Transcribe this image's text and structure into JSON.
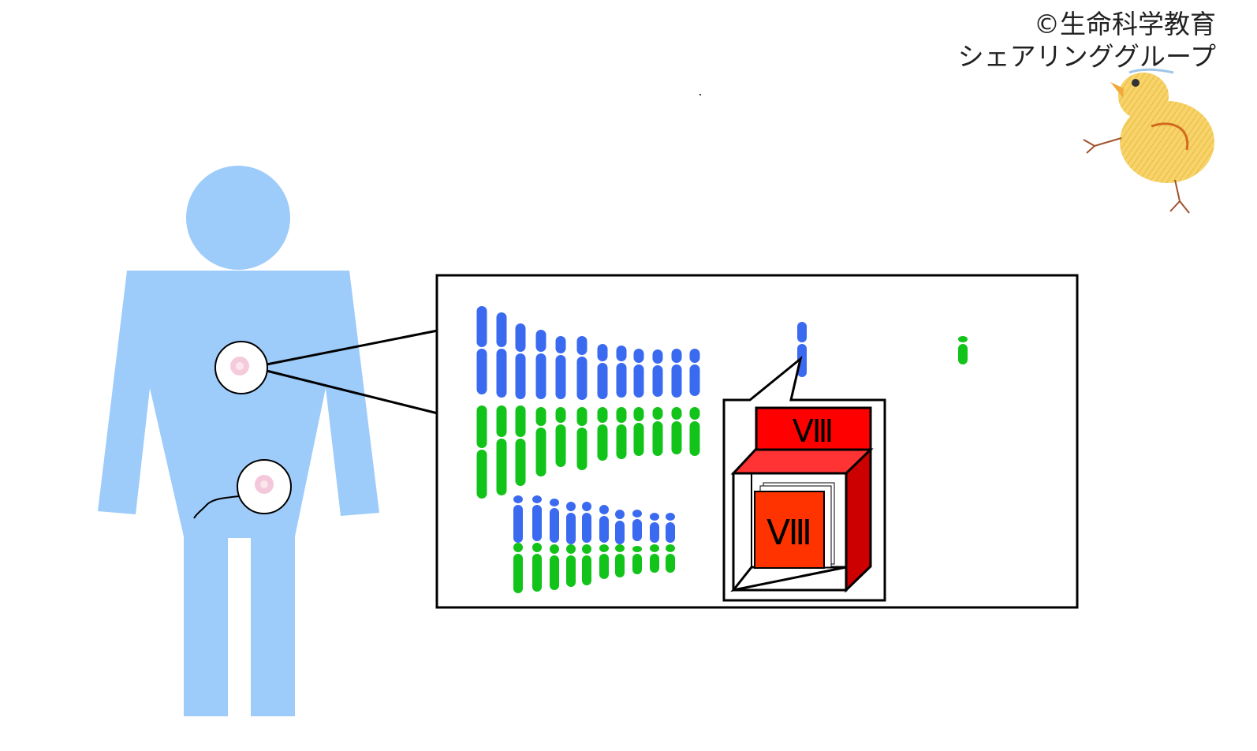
{
  "credit": {
    "line1": "©生命科学教育",
    "line2": "シェアリンググループ"
  },
  "cabinet": {
    "header_label": "Ⅷ",
    "book_label": "Ⅷ"
  },
  "colors": {
    "body": "#9dcbfa",
    "chromosome_paternal": "#3a6af0",
    "chromosome_maternal": "#12c41a",
    "cabinet_red": "#ff0000",
    "cabinet_dark": "#cc0000",
    "book_orange": "#ff3300",
    "cell_pink": "#f3c2d6"
  },
  "icons": {
    "mascot": "chick-icon",
    "cell": "cell-icon",
    "sperm": "sperm-icon"
  }
}
